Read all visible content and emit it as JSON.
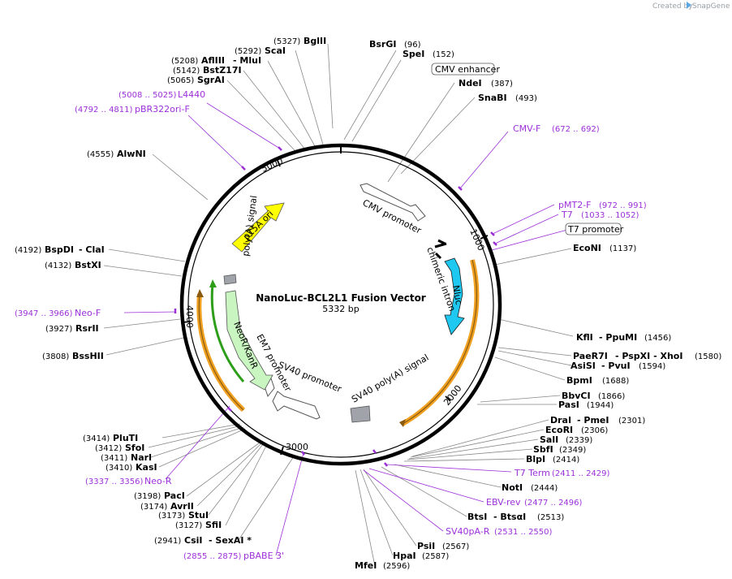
{
  "credit": {
    "created_by": "Created by",
    "app": "SnapGene"
  },
  "plasmid": {
    "name": "NanoLuc-BCL2L1 Fusion Vector",
    "length": "5332 bp"
  },
  "ticks": [
    "1000",
    "2000",
    "3000",
    "4000",
    "5000"
  ],
  "features": {
    "cmv_promoter": "CMV promoter",
    "chimeric_intron": "chimeric intron",
    "nluc": "Nluc",
    "sv40_polya": "SV40 poly(A) signal",
    "sv40_promoter": "SV40 promoter",
    "em7_promoter": "EM7 promoter",
    "neor_kanr": "NeoR/KanR",
    "polya_signal": "poly(A) signal",
    "p15a_ori": "p15A ori"
  },
  "boxed_labels": {
    "cmv_enhancer": "CMV enhancer",
    "t7_promoter": "T7 promoter"
  },
  "sites": {
    "bglii": {
      "pos": "(5327)",
      "name": "BglII"
    },
    "bsrgi": {
      "name": "BsrGI",
      "pos": "(96)"
    },
    "spei": {
      "name": "SpeI",
      "pos": "(152)"
    },
    "scai": {
      "pos": "(5292)",
      "name": "ScaI"
    },
    "aflIII": {
      "pos": "(5208)",
      "name": "AflIII",
      "extra": "- MluI"
    },
    "bstz17i": {
      "pos": "(5142)",
      "name": "BstZ17I"
    },
    "sgrai": {
      "pos": "(5065)",
      "name": "SgrAI"
    },
    "ndei": {
      "name": "NdeI",
      "pos": "(387)"
    },
    "snabi": {
      "name": "SnaBI",
      "pos": "(493)"
    },
    "alwni": {
      "pos": "(4555)",
      "name": "AlwNI"
    },
    "econi": {
      "name": "EcoNI",
      "pos": "(1137)"
    },
    "bspdi": {
      "pos": "(4192)",
      "name": "BspDI",
      "extra": "- ClaI"
    },
    "bstxi": {
      "pos": "(4132)",
      "name": "BstXI"
    },
    "rsrii": {
      "pos": "(3927)",
      "name": "RsrII"
    },
    "bsshii": {
      "pos": "(3808)",
      "name": "BssHII"
    },
    "kfli": {
      "name": "KflI",
      "extra": "- PpuMI",
      "pos": "(1456)"
    },
    "paer7i": {
      "name": "PaeR7I",
      "extra": "- PspXI  - XhoI",
      "pos": "(1580)"
    },
    "asisi": {
      "name": "AsiSI",
      "extra": "- PvuI",
      "pos": "(1594)"
    },
    "bpmi": {
      "name": "BpmI",
      "pos": "(1688)"
    },
    "bbvci": {
      "name": "BbvCI",
      "pos": "(1866)"
    },
    "pasi": {
      "name": "PasI",
      "pos": "(1944)"
    },
    "drai": {
      "name": "DraI",
      "extra": "- PmeI",
      "pos": "(2301)"
    },
    "ecori": {
      "name": "EcoRI",
      "pos": "(2306)"
    },
    "sali": {
      "name": "SalI",
      "pos": "(2339)"
    },
    "sbfi": {
      "name": "SbfI",
      "pos": "(2349)"
    },
    "blpi": {
      "name": "BlpI",
      "pos": "(2414)"
    },
    "noti": {
      "name": "NotI",
      "pos": "(2444)"
    },
    "btsi": {
      "name": "BtsI",
      "extra": "- BtsαI",
      "pos": "(2513)"
    },
    "psii": {
      "name": "PsiI",
      "pos": "(2567)"
    },
    "hpai": {
      "name": "HpaI",
      "pos": "(2587)"
    },
    "mfei": {
      "name": "MfeI",
      "pos": "(2596)"
    },
    "pluti": {
      "pos": "(3414)",
      "name": "PluTI"
    },
    "sfoi": {
      "pos": "(3412)",
      "name": "SfoI"
    },
    "nari": {
      "pos": "(3411)",
      "name": "NarI"
    },
    "kasi": {
      "pos": "(3410)",
      "name": "KasI"
    },
    "paci": {
      "pos": "(3198)",
      "name": "PacI"
    },
    "avrii": {
      "pos": "(3174)",
      "name": "AvrII"
    },
    "stui": {
      "pos": "(3173)",
      "name": "StuI"
    },
    "sfii": {
      "pos": "(3127)",
      "name": "SfiI"
    },
    "csii": {
      "pos": "(2941)",
      "name": "CsiI",
      "extra": "- SexAI *"
    }
  },
  "primers": {
    "l4440": {
      "pos": "(5008 .. 5025)",
      "name": "L4440"
    },
    "pbr322ori_f": {
      "pos": "(4792 .. 4811)",
      "name": "pBR322ori-F"
    },
    "cmv_f": {
      "name": "CMV-F",
      "pos": "(672 .. 692)"
    },
    "pmt2_f": {
      "name": "pMT2-F",
      "pos": "(972 .. 991)"
    },
    "t7": {
      "name": "T7",
      "pos": "(1033 .. 1052)"
    },
    "neo_f": {
      "pos": "(3947 .. 3966)",
      "name": "Neo-F"
    },
    "t7_term": {
      "name": "T7 Term",
      "pos": "(2411 .. 2429)"
    },
    "ebv_rev": {
      "name": "EBV-rev",
      "pos": "(2477 .. 2496)"
    },
    "sv40pa_r": {
      "name": "SV40pA-R",
      "pos": "(2531 .. 2550)"
    },
    "neo_r": {
      "pos": "(3337 .. 3356)",
      "name": "Neo-R"
    },
    "pbabe3": {
      "pos": "(2855 .. 2875)",
      "name": "pBABE 3'"
    }
  },
  "colors": {
    "primer": "#9b30d9",
    "nluc": "#1ec8f0",
    "p15a_ori": "#ffff00",
    "neor_kanr": "#c8f5c0",
    "orange_orf": "#f0a020",
    "green_orf": "#2d9e1a",
    "polya_box": "#a0a4aa",
    "snapgene_blue": "#5aa9e6"
  }
}
